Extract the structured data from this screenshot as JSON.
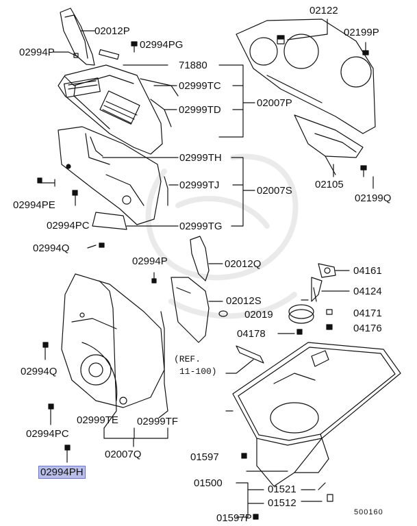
{
  "diagram": {
    "part_labels": {
      "p02012P": "02012P",
      "p02994P_top": "02994P",
      "p02994PG": "02994PG",
      "p71880": "71880",
      "p02999TC": "02999TC",
      "p02999TD": "02999TD",
      "p02007P": "02007P",
      "p02122": "02122",
      "p02199P": "02199P",
      "p02999TH": "02999TH",
      "p02999TJ": "02999TJ",
      "p02007S": "02007S",
      "p02105": "02105",
      "p02199Q": "02199Q",
      "p02994PE": "02994PE",
      "p02994PC_top": "02994PC",
      "p02999TG": "02999TG",
      "p02994Q_top": "02994Q",
      "p02994P_mid": "02994P",
      "p02012Q": "02012Q",
      "p04161": "04161",
      "p04124": "04124",
      "p02012S": "02012S",
      "p04171": "04171",
      "p02019": "02019",
      "p04176": "04176",
      "p04178": "04178",
      "p02994Q_bot": "02994Q",
      "ref_line1": "(REF.",
      "ref_line2": "11-100)",
      "p02999TE": "02999TE",
      "p02999TF": "02999TF",
      "p02994PC_bot": "02994PC",
      "p02007Q": "02007Q",
      "p01597": "01597",
      "p02994PH": "02994PH",
      "p01500": "01500",
      "p01521": "01521",
      "p01512": "01512",
      "p01597P": "01597P",
      "diagram_code": "500160"
    },
    "highlighted_part": "02994PH",
    "highlight_color": "#b9bfe9"
  }
}
